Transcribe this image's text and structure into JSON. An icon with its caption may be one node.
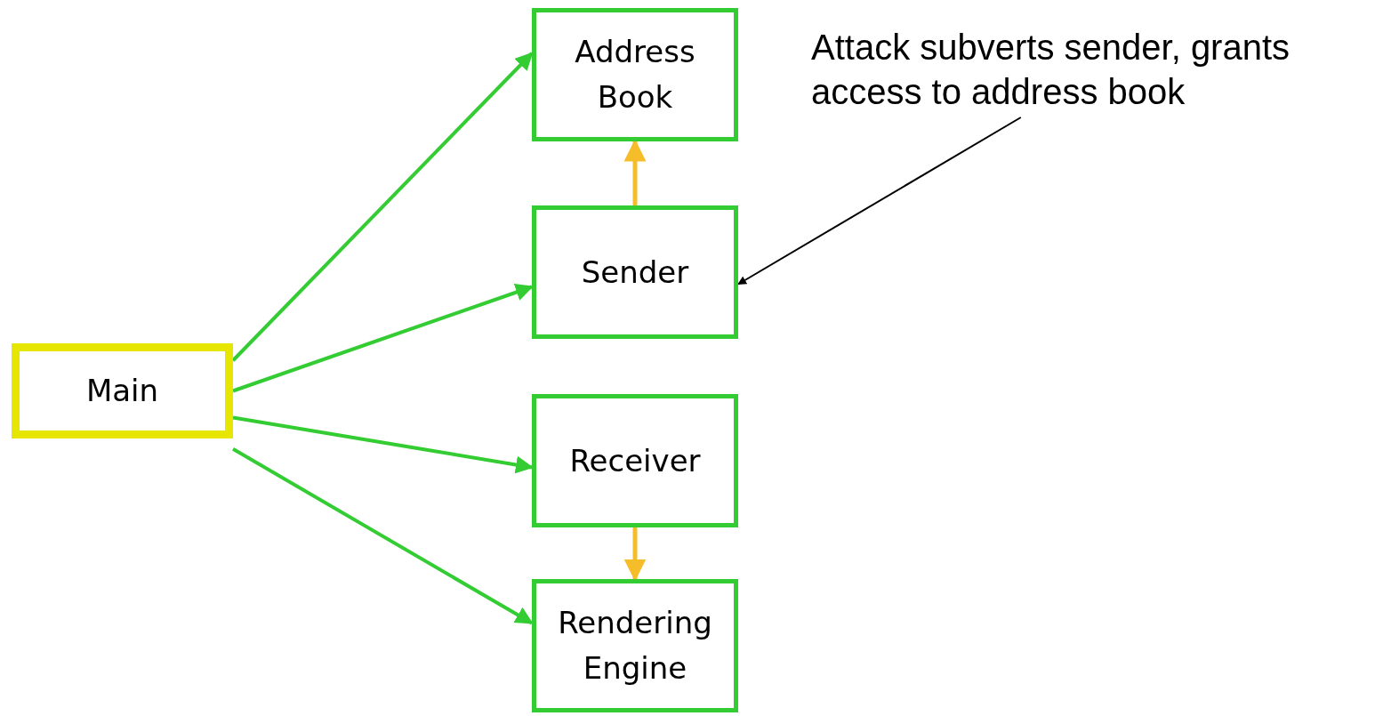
{
  "diagram": {
    "nodes": [
      {
        "text": [
          "Main"
        ]
      },
      {
        "text": [
          "Address Book"
        ]
      },
      {
        "text": [
          "Sender"
        ]
      },
      {
        "text": [
          "Receiver"
        ]
      },
      {
        "text": [
          "Rendering Engine"
        ]
      },
      {
        "text": [
          "Attack subverts sender, grants access to address book"
        ]
      }
    ],
    "edges": [
      {
        "from": 0,
        "to": 1,
        "arrow": "to"
      },
      {
        "from": 0,
        "to": 2,
        "arrow": "to"
      },
      {
        "from": 0,
        "to": 3,
        "arrow": "to"
      },
      {
        "from": 0,
        "to": 4,
        "arrow": "to"
      },
      {
        "from": 2,
        "to": 1,
        "arrow": "to",
        "color": "#f5bd2a"
      },
      {
        "from": 3,
        "to": 4,
        "arrow": "to",
        "color": "#f5bd2a"
      },
      {
        "from": 5,
        "to": 2,
        "arrow": "to",
        "color": "#000000"
      }
    ]
  }
}
